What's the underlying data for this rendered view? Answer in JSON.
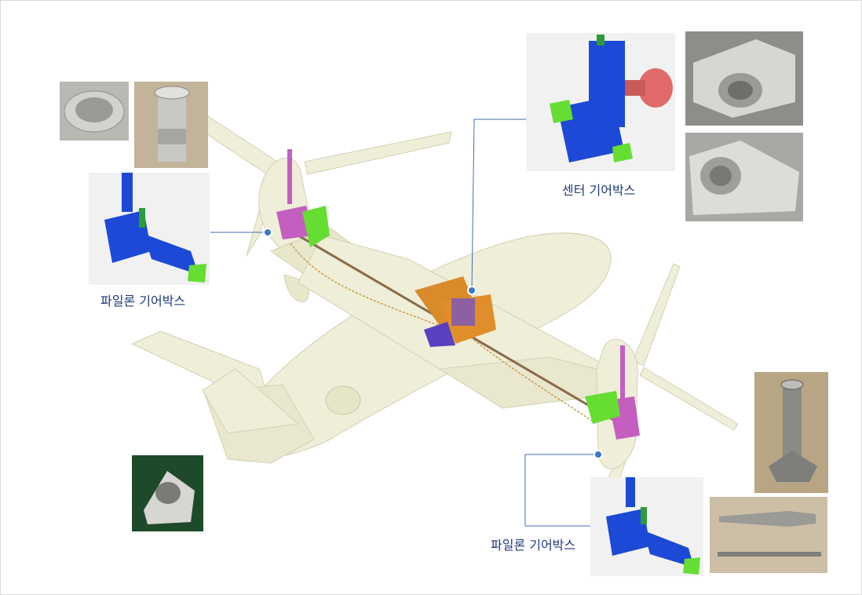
{
  "labels": {
    "center_gearbox": "센터 기어박스",
    "pylon_gearbox_left": "파일론 기어박스",
    "pylon_gearbox_right": "파일론 기어박스"
  },
  "colors": {
    "airframe": "#efeed8",
    "airframe_shade": "#dcdbbd",
    "drive_shaft": "#8a6a4a",
    "gearbox_orange": "#d98b2b",
    "gearbox_pink": "#c45fc0",
    "gearbox_green": "#66dd33",
    "render_blue": "#1c49d6",
    "leader_line": "#3f6fb0",
    "leader_dot": "#3a78c8",
    "label_text": "#1f3a7a"
  },
  "icons": {
    "callout_marker": "dot-icon"
  }
}
